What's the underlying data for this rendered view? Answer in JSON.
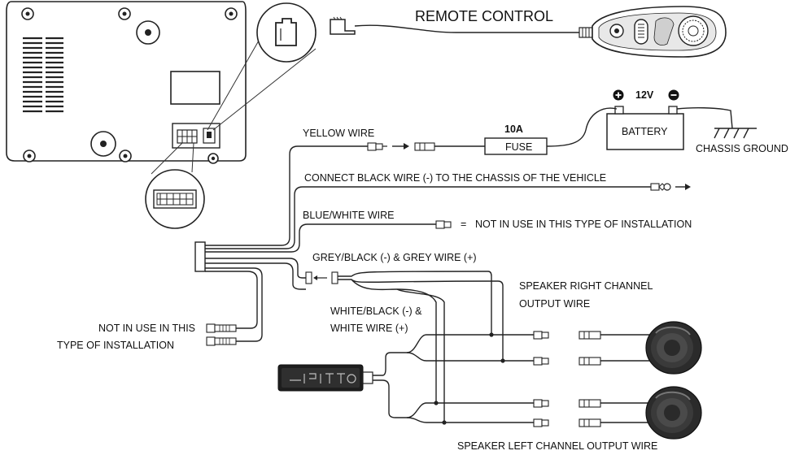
{
  "labels": {
    "remote_control": "REMOTE CONTROL",
    "battery_voltage": "12V",
    "battery": "BATTERY",
    "chassis_ground": "CHASSIS GROUND",
    "yellow_wire": "YELLOW WIRE",
    "fuse_rating": "10A",
    "fuse": "FUSE",
    "black_wire": "CONNECT BLACK WIRE (-) TO THE CHASSIS OF THE VEHICLE",
    "blue_white_wire": "BLUE/WHITE WIRE",
    "equals": "=",
    "not_in_use_install": "NOT IN USE IN THIS TYPE OF INSTALLATION",
    "grey_wires": "GREY/BLACK (-) & GREY WIRE (+)",
    "speaker_right_line1": "SPEAKER RIGHT CHANNEL",
    "speaker_right_line2": "OUTPUT WIRE",
    "white_wires_line1": "WHITE/BLACK (-) &",
    "white_wires_line2": "WHITE WIRE (+)",
    "not_in_use_line1": "NOT IN USE IN THIS",
    "not_in_use_line2": "TYPE OF INSTALLATION",
    "speaker_left": "SPEAKER LEFT CHANNEL OUTPUT WIRE"
  },
  "battery_terminals": {
    "positive": "+",
    "negative": "−"
  },
  "icons": [
    "stereo-unit",
    "remote-control",
    "battery",
    "fuse",
    "speaker",
    "rca-plug",
    "ground-ring",
    "control-panel"
  ],
  "colors": {
    "line": "#222222",
    "speaker_dark": "#2b2b2b",
    "background": "#ffffff"
  }
}
